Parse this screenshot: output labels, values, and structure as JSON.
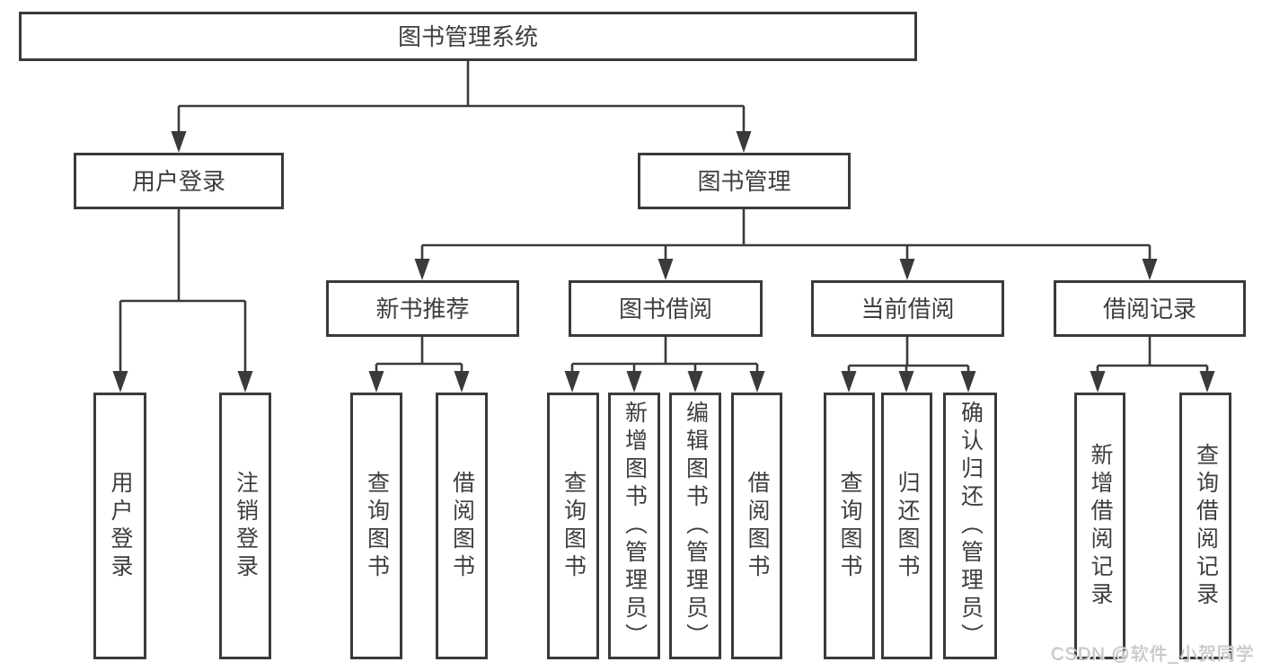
{
  "diagram": {
    "root": {
      "label": "图书管理系统"
    },
    "level2": [
      {
        "label": "用户登录"
      },
      {
        "label": "图书管理"
      }
    ],
    "level3": [
      {
        "label": "新书推荐"
      },
      {
        "label": "图书借阅"
      },
      {
        "label": "当前借阅"
      },
      {
        "label": "借阅记录"
      }
    ],
    "leaves": [
      "用户登录",
      "注销登录",
      "查询图书",
      "借阅图书",
      "查询图书",
      "新增图书（管理员）",
      "编辑图书（管理员）",
      "借阅图书",
      "查询图书",
      "归还图书",
      "确认归还（管理员）",
      "新增借阅记录",
      "查询借阅记录"
    ],
    "hierarchy": {
      "图书管理系统": [
        "用户登录",
        "图书管理"
      ],
      "用户登录": [
        "用户登录",
        "注销登录"
      ],
      "图书管理": [
        "新书推荐",
        "图书借阅",
        "当前借阅",
        "借阅记录"
      ],
      "新书推荐": [
        "查询图书",
        "借阅图书"
      ],
      "图书借阅": [
        "查询图书",
        "新增图书（管理员）",
        "编辑图书（管理员）",
        "借阅图书"
      ],
      "当前借阅": [
        "查询图书",
        "归还图书",
        "确认归还（管理员）"
      ],
      "借阅记录": [
        "新增借阅记录",
        "查询借阅记录"
      ]
    },
    "colors": {
      "line": "#3a3a3a",
      "box_border": "#3a3a3a",
      "box_fill": "#ffffff",
      "text": "#3e3e3e",
      "background": "#ffffff",
      "watermark": "#c4c4c4"
    }
  },
  "watermark": {
    "text": "CSDN @软件_小贺同学"
  }
}
